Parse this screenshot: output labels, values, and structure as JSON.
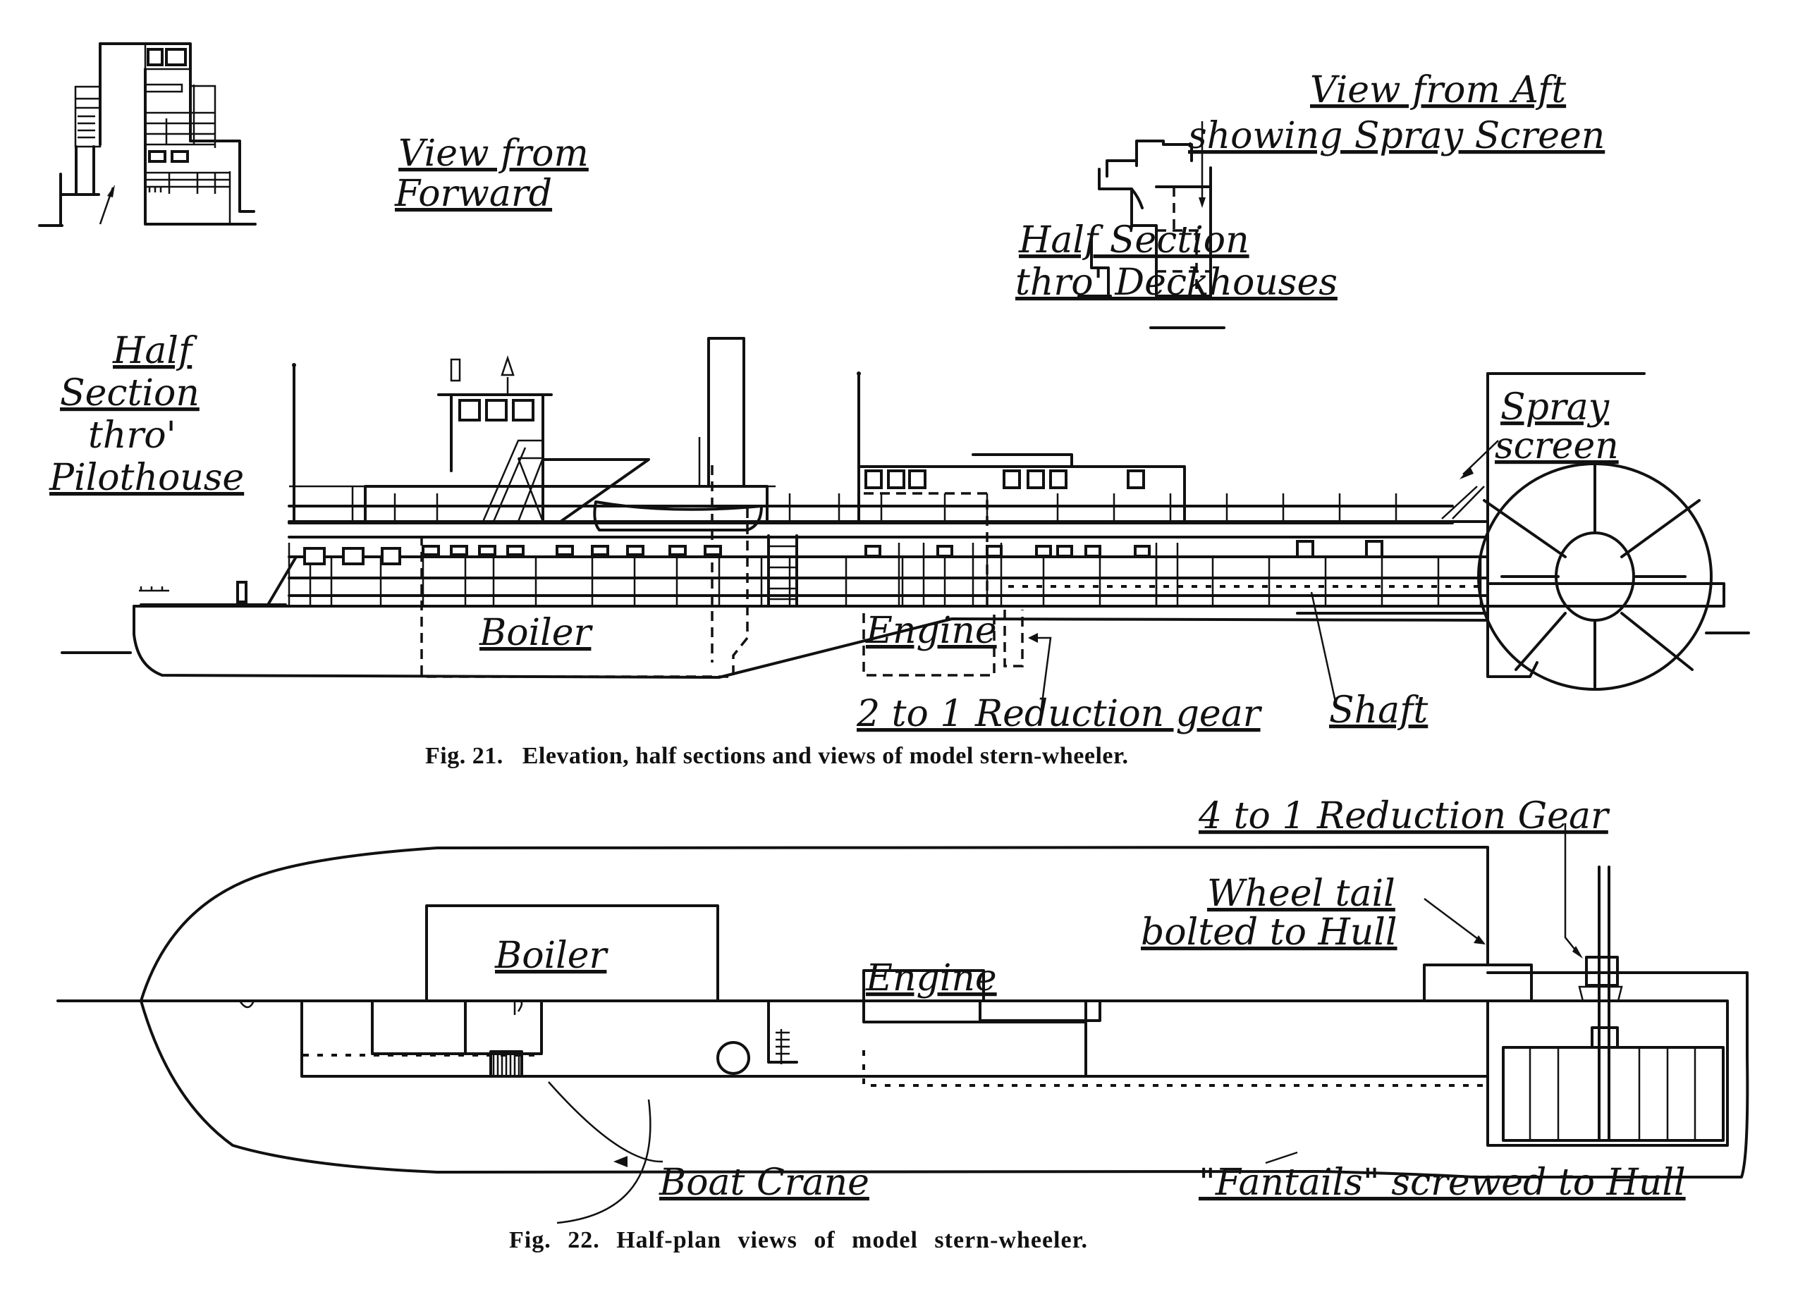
{
  "figure21": {
    "caption": "Fig. 21.   Elevation, half sections and views of model stern-wheeler.",
    "labels": {
      "view_forward_1": "View from",
      "view_forward_2": "Forward",
      "half_section_pilot_1": "Half",
      "half_section_pilot_2": "Section",
      "half_section_pilot_3": "thro'",
      "half_section_pilot_4": "Pilothouse",
      "view_aft_1": "View from Aft",
      "view_aft_2": "showing Spray Screen",
      "half_section_deck_1": "Half Section",
      "half_section_deck_2": "thro' Deckhouses",
      "spray_screen_1": "Spray",
      "spray_screen_2": "screen",
      "boiler": "Boiler",
      "engine": "Engine",
      "reduction_gear": "2 to 1 Reduction gear",
      "shaft": "Shaft"
    }
  },
  "figure22": {
    "caption": "Fig. 22. Half-plan views of model stern-wheeler.",
    "labels": {
      "reduction_gear": "4 to 1 Reduction Gear",
      "wheel_tail_1": "Wheel tail",
      "wheel_tail_2": "bolted to Hull",
      "boiler": "Boiler",
      "engine": "Engine",
      "boat_crane": "Boat Crane",
      "fantails": "\"Fantails\" screwed to Hull"
    }
  },
  "colors": {
    "ink": "#111111",
    "paper": "#ffffff"
  }
}
